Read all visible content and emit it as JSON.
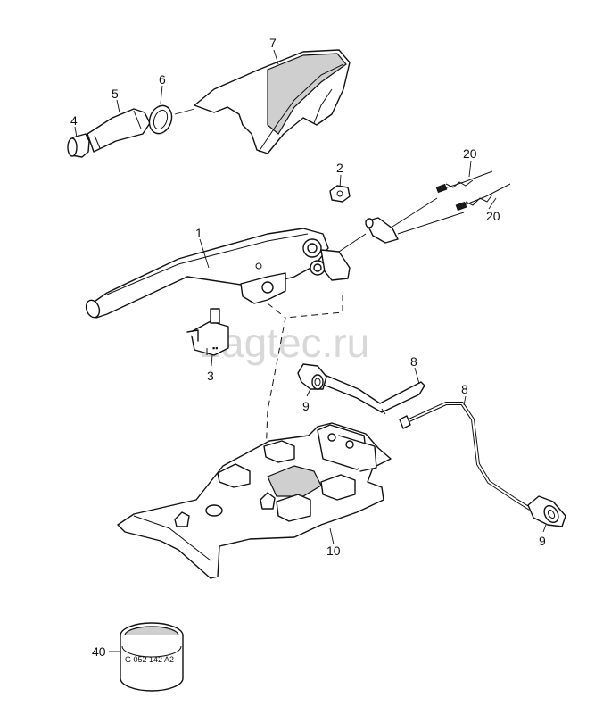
{
  "watermark": "zagtec.ru",
  "callouts": {
    "c1": "1",
    "c2": "2",
    "c3": "3",
    "c4": "4",
    "c5": "5",
    "c6": "6",
    "c7": "7",
    "c8a": "8",
    "c8b": "8",
    "c9a": "9",
    "c9b": "9",
    "c10": "10",
    "c20a": "20",
    "c20b": "20",
    "c40": "40"
  },
  "parts": {
    "sleeve_code": "G 052 142 A2"
  }
}
